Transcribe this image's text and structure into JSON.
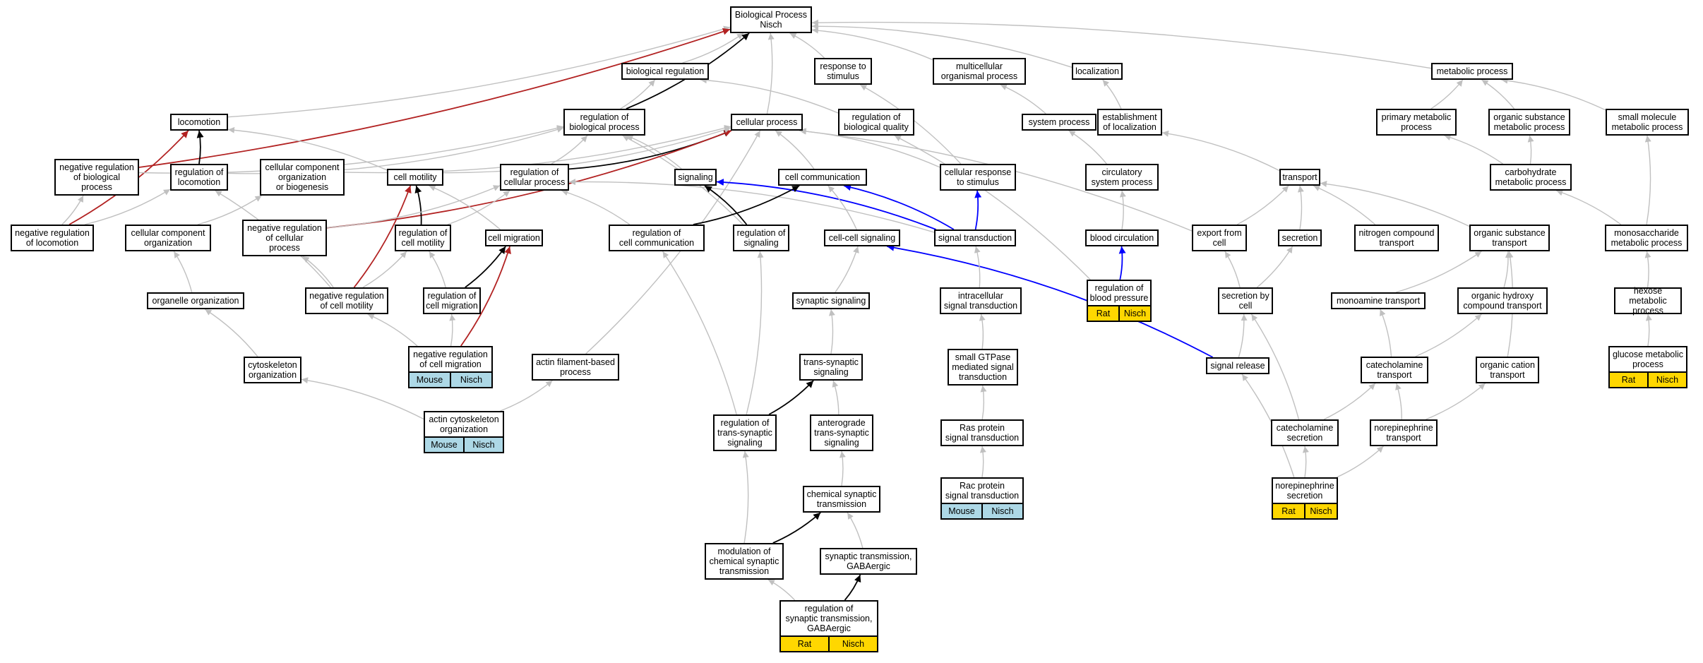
{
  "colors": {
    "grey_edge": "#c0c0c0",
    "black_edge": "#000000",
    "red_edge": "#b22222",
    "blue_edge": "#0000ff",
    "rat_tag": "#ffd700",
    "mouse_tag": "#add8e6"
  },
  "nodes": {
    "bp": "Biological Process\nNisch",
    "bio_reg": "biological regulation",
    "resp_stim": "response to\nstimulus",
    "multicell": "multicellular\norganismal process",
    "localization": "localization",
    "metabolic": "metabolic process",
    "locomotion": "locomotion",
    "reg_bio": "regulation of\nbiological process",
    "cellular": "cellular process",
    "reg_bio_quality": "regulation of\nbiological quality",
    "system": "system process",
    "est_loc": "establishment\nof localization",
    "primary_met": "primary metabolic\nprocess",
    "org_sub_met": "organic substance\nmetabolic process",
    "small_mol": "small molecule\nmetabolic process",
    "neg_reg_bio": "negative regulation\nof biological\nprocess",
    "reg_loco": "regulation of\nlocomotion",
    "cc_org_bio": "cellular component\norganization\nor biogenesis",
    "cell_motility": "cell motility",
    "reg_cell_proc": "regulation of\ncellular process",
    "signaling": "signaling",
    "cell_comm": "cell communication",
    "cell_resp": "cellular response\nto stimulus",
    "circ": "circulatory\nsystem process",
    "transport": "transport",
    "carb_met": "carbohydrate\nmetabolic process",
    "neg_reg_loco": "negative regulation\nof locomotion",
    "cc_org": "cellular component\norganization",
    "neg_reg_cell_proc": "negative regulation\nof cellular\nprocess",
    "reg_cell_mot": "regulation of\ncell motility",
    "cell_migration": "cell migration",
    "reg_cell_comm": "regulation of\ncell communication",
    "reg_signaling": "regulation of\nsignaling",
    "cc_signaling": "cell-cell signaling",
    "sig_trans": "signal transduction",
    "blood_circ": "blood circulation",
    "export": "export from\ncell",
    "secretion": "secretion",
    "nitrogen": "nitrogen compound\ntransport",
    "org_sub_trans": "organic substance\ntransport",
    "monosacch": "monosaccharide\nmetabolic process",
    "organelle": "organelle organization",
    "neg_reg_mot": "negative regulation\nof cell motility",
    "reg_cell_mig": "regulation of\ncell migration",
    "syn_sig": "synaptic signaling",
    "intracell": "intracellular\nsignal transduction",
    "reg_bp": "regulation of\nblood pressure",
    "sec_by_cell": "secretion by\ncell",
    "monoamine": "monoamine transport",
    "org_hydroxy": "organic hydroxy\ncompound transport",
    "hexose": "hexose metabolic\nprocess",
    "cytoskeleton": "cytoskeleton\norganization",
    "neg_reg_mig": "negative regulation\nof cell migration",
    "actin_fil": "actin filament-based\nprocess",
    "trans_syn": "trans-synaptic\nsignaling",
    "gtpase": "small GTPase\nmediated signal\ntransduction",
    "sig_release": "signal release",
    "catechol_trans": "catecholamine\ntransport",
    "org_cation": "organic cation\ntransport",
    "glucose": "glucose metabolic\nprocess",
    "actin_cyto": "actin cytoskeleton\norganization",
    "reg_trans_syn": "regulation of\ntrans-synaptic\nsignaling",
    "antero": "anterograde\ntrans-synaptic\nsignaling",
    "ras": "Ras protein\nsignal transduction",
    "catechol_sec": "catecholamine\nsecretion",
    "norepi_trans": "norepinephrine\ntransport",
    "chem_syn": "chemical synaptic\ntransmission",
    "rac": "Rac protein\nsignal transduction",
    "norepi_sec": "norepinephrine\nsecretion",
    "mod_chem": "modulation of\nchemical synaptic\ntransmission",
    "gaba": "synaptic transmission,\nGABAergic",
    "reg_gaba": "regulation of\nsynaptic transmission,\nGABAergic"
  },
  "tags": {
    "reg_bp": [
      "Rat",
      "Nisch"
    ],
    "glucose": [
      "Rat",
      "Nisch"
    ],
    "neg_reg_mig": [
      "Mouse",
      "Nisch"
    ],
    "actin_cyto": [
      "Mouse",
      "Nisch"
    ],
    "rac": [
      "Mouse",
      "Nisch"
    ],
    "norepi_sec": [
      "Rat",
      "Nisch"
    ],
    "reg_gaba": [
      "Rat",
      "Nisch"
    ]
  },
  "tag_colors": {
    "reg_bp": "yellow",
    "glucose": "yellow",
    "norepi_sec": "yellow",
    "reg_gaba": "yellow",
    "neg_reg_mig": "blue",
    "actin_cyto": "blue",
    "rac": "blue"
  },
  "edges": [
    [
      "bio_reg",
      "bp",
      "grey"
    ],
    [
      "resp_stim",
      "bp",
      "grey"
    ],
    [
      "multicell",
      "bp",
      "grey"
    ],
    [
      "localization",
      "bp",
      "grey"
    ],
    [
      "metabolic",
      "bp",
      "grey"
    ],
    [
      "locomotion",
      "bp",
      "grey"
    ],
    [
      "reg_bio",
      "bp",
      "black"
    ],
    [
      "cellular",
      "bp",
      "grey"
    ],
    [
      "neg_reg_bio",
      "bp",
      "red"
    ],
    [
      "reg_bio",
      "bio_reg",
      "grey"
    ],
    [
      "reg_bio_quality",
      "bio_reg",
      "grey"
    ],
    [
      "cell_resp",
      "resp_stim",
      "grey"
    ],
    [
      "system",
      "multicell",
      "grey"
    ],
    [
      "est_loc",
      "localization",
      "grey"
    ],
    [
      "primary_met",
      "metabolic",
      "grey"
    ],
    [
      "org_sub_met",
      "metabolic",
      "grey"
    ],
    [
      "small_mol",
      "metabolic",
      "grey"
    ],
    [
      "reg_loco",
      "locomotion",
      "black"
    ],
    [
      "cell_motility",
      "locomotion",
      "grey"
    ],
    [
      "neg_reg_loco",
      "locomotion",
      "red"
    ],
    [
      "neg_reg_bio",
      "reg_bio",
      "grey"
    ],
    [
      "reg_loco",
      "reg_bio",
      "grey"
    ],
    [
      "reg_cell_proc",
      "reg_bio",
      "grey"
    ],
    [
      "signaling",
      "reg_bio",
      "grey"
    ],
    [
      "reg_signaling",
      "reg_bio",
      "grey"
    ],
    [
      "reg_cell_proc",
      "cellular",
      "black"
    ],
    [
      "neg_reg_cell_proc",
      "cellular",
      "red"
    ],
    [
      "cc_org_bio",
      "cellular",
      "grey"
    ],
    [
      "cell_motility",
      "cellular",
      "grey"
    ],
    [
      "cell_comm",
      "cellular",
      "grey"
    ],
    [
      "cell_resp",
      "cellular",
      "grey"
    ],
    [
      "actin_fil",
      "cellular",
      "grey"
    ],
    [
      "export",
      "cellular",
      "grey"
    ],
    [
      "reg_bp",
      "reg_bio_quality",
      "grey"
    ],
    [
      "circ",
      "system",
      "grey"
    ],
    [
      "transport",
      "est_loc",
      "grey"
    ],
    [
      "carb_met",
      "primary_met",
      "grey"
    ],
    [
      "carb_met",
      "org_sub_met",
      "grey"
    ],
    [
      "monosacch",
      "small_mol",
      "grey"
    ],
    [
      "neg_reg_loco",
      "neg_reg_bio",
      "grey"
    ],
    [
      "neg_reg_loco",
      "reg_loco",
      "grey"
    ],
    [
      "neg_reg_mot",
      "reg_loco",
      "grey"
    ],
    [
      "cc_org",
      "cc_org_bio",
      "grey"
    ],
    [
      "cell_migration",
      "cell_motility",
      "grey"
    ],
    [
      "reg_cell_mot",
      "cell_motility",
      "black"
    ],
    [
      "neg_reg_mot",
      "cell_motility",
      "red"
    ],
    [
      "neg_reg_cell_proc",
      "reg_cell_proc",
      "grey"
    ],
    [
      "reg_cell_mot",
      "reg_cell_proc",
      "grey"
    ],
    [
      "reg_cell_comm",
      "reg_cell_proc",
      "grey"
    ],
    [
      "sig_trans",
      "reg_cell_proc",
      "grey"
    ],
    [
      "reg_signaling",
      "signaling",
      "black"
    ],
    [
      "sig_trans",
      "signaling",
      "blue"
    ],
    [
      "reg_cell_comm",
      "cell_comm",
      "black"
    ],
    [
      "cc_signaling",
      "cell_comm",
      "grey"
    ],
    [
      "sig_trans",
      "cell_comm",
      "blue"
    ],
    [
      "sig_trans",
      "cell_resp",
      "blue"
    ],
    [
      "blood_circ",
      "circ",
      "grey"
    ],
    [
      "export",
      "transport",
      "grey"
    ],
    [
      "secretion",
      "transport",
      "grey"
    ],
    [
      "nitrogen",
      "transport",
      "grey"
    ],
    [
      "org_sub_trans",
      "transport",
      "grey"
    ],
    [
      "monosacch",
      "carb_met",
      "grey"
    ],
    [
      "organelle",
      "cc_org",
      "grey"
    ],
    [
      "neg_reg_mot",
      "neg_reg_cell_proc",
      "grey"
    ],
    [
      "neg_reg_mot",
      "reg_cell_mot",
      "grey"
    ],
    [
      "reg_cell_mig",
      "reg_cell_mot",
      "grey"
    ],
    [
      "reg_cell_mig",
      "cell_migration",
      "black"
    ],
    [
      "neg_reg_mig",
      "cell_migration",
      "red"
    ],
    [
      "reg_trans_syn",
      "reg_cell_comm",
      "grey"
    ],
    [
      "reg_trans_syn",
      "reg_signaling",
      "grey"
    ],
    [
      "syn_sig",
      "cc_signaling",
      "grey"
    ],
    [
      "sig_release",
      "cc_signaling",
      "blue"
    ],
    [
      "intracell",
      "sig_trans",
      "grey"
    ],
    [
      "reg_bp",
      "blood_circ",
      "blue"
    ],
    [
      "sec_by_cell",
      "export",
      "grey"
    ],
    [
      "sec_by_cell",
      "secretion",
      "grey"
    ],
    [
      "monoamine",
      "org_sub_trans",
      "grey"
    ],
    [
      "org_hydroxy",
      "org_sub_trans",
      "grey"
    ],
    [
      "org_cation",
      "org_sub_trans",
      "grey"
    ],
    [
      "hexose",
      "monosacch",
      "grey"
    ],
    [
      "cytoskeleton",
      "organelle",
      "grey"
    ],
    [
      "neg_reg_mig",
      "neg_reg_mot",
      "grey"
    ],
    [
      "neg_reg_mig",
      "reg_cell_mig",
      "grey"
    ],
    [
      "trans_syn",
      "syn_sig",
      "grey"
    ],
    [
      "gtpase",
      "intracell",
      "grey"
    ],
    [
      "sig_release",
      "sec_by_cell",
      "grey"
    ],
    [
      "catechol_sec",
      "sec_by_cell",
      "grey"
    ],
    [
      "catechol_trans",
      "monoamine",
      "grey"
    ],
    [
      "catechol_trans",
      "org_hydroxy",
      "grey"
    ],
    [
      "glucose",
      "hexose",
      "grey"
    ],
    [
      "actin_cyto",
      "cytoskeleton",
      "grey"
    ],
    [
      "actin_cyto",
      "actin_fil",
      "grey"
    ],
    [
      "reg_trans_syn",
      "trans_syn",
      "black"
    ],
    [
      "antero",
      "trans_syn",
      "grey"
    ],
    [
      "ras",
      "gtpase",
      "grey"
    ],
    [
      "catechol_sec",
      "catechol_trans",
      "grey"
    ],
    [
      "norepi_trans",
      "catechol_trans",
      "grey"
    ],
    [
      "norepi_trans",
      "org_cation",
      "grey"
    ],
    [
      "chem_syn",
      "antero",
      "grey"
    ],
    [
      "rac",
      "ras",
      "grey"
    ],
    [
      "norepi_sec",
      "catechol_sec",
      "grey"
    ],
    [
      "norepi_sec",
      "norepi_trans",
      "grey"
    ],
    [
      "norepi_sec",
      "sig_release",
      "grey"
    ],
    [
      "mod_chem",
      "reg_trans_syn",
      "grey"
    ],
    [
      "mod_chem",
      "chem_syn",
      "black"
    ],
    [
      "gaba",
      "chem_syn",
      "grey"
    ],
    [
      "reg_gaba",
      "mod_chem",
      "grey"
    ],
    [
      "reg_gaba",
      "gaba",
      "black"
    ]
  ]
}
